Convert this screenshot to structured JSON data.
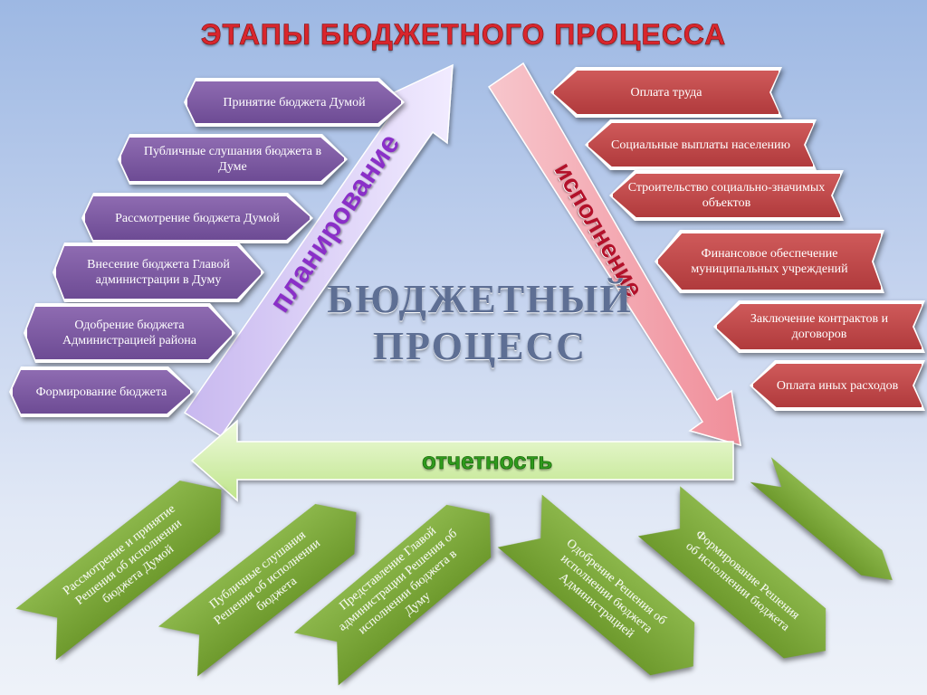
{
  "title": "ЭТАПЫ БЮДЖЕТНОГО ПРОЦЕССА",
  "center": {
    "line1": "БЮДЖЕТНЫЙ",
    "line2": "ПРОЦЕСС"
  },
  "arrows": {
    "planning": "планирование",
    "execution": "исполнение",
    "reporting": "отчетность"
  },
  "planning_items": [
    "Принятие бюджета Думой",
    "Публичные слушания бюджета в Думе",
    "Рассмотрение бюджета Думой",
    "Внесение бюджета Главой администрации в Думу",
    "Одобрение бюджета Администрацией района",
    "Формирование бюджета"
  ],
  "execution_items": [
    "Оплата труда",
    "Социальные выплаты населению",
    "Строительство социально-значимых объектов",
    "Финансовое обеспечение муниципальных учреждений",
    "Заключение контрактов и договоров",
    "Оплата иных расходов"
  ],
  "reporting_items": [
    "Рассмотрение и принятие Решения об исполнении бюджета Думой",
    "Публичные слушания Решения об исполнении бюджета",
    "Представление Главой администрации Решения об исполнении бюджета в Думу",
    "Одобрение Решения об исполнении бюджета Администрацией",
    "Формирование Решения об исполнении бюджета",
    ""
  ],
  "colors": {
    "title": "#d8262d",
    "planning_box": "#7b58a0",
    "execution_box": "#bf4446",
    "reporting_box": "#7ea83c",
    "planning_arrow": "#d4c8f2",
    "execution_arrow": "#f5b8bf",
    "reporting_arrow": "#d7f0b0"
  }
}
